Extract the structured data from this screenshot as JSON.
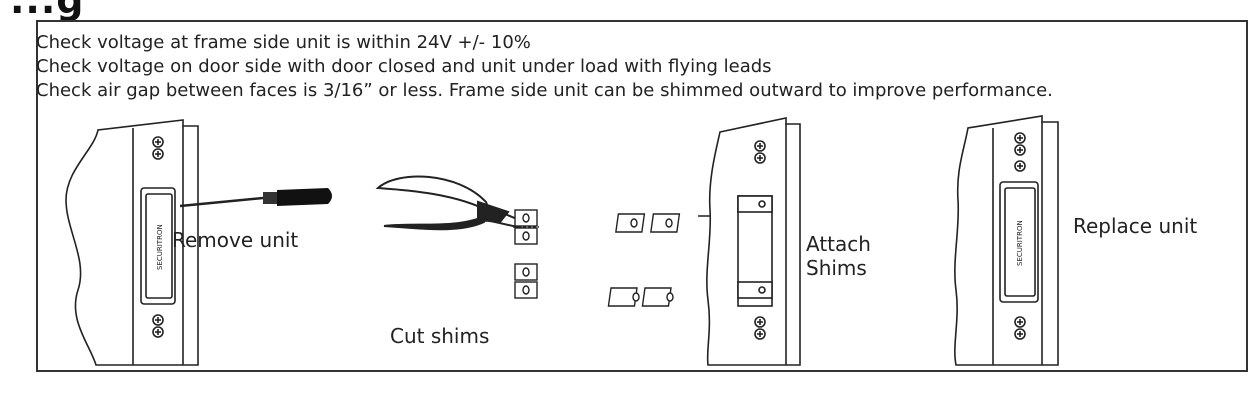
{
  "heading": "...g",
  "instructions": [
    "Check voltage at frame  side unit is within 24V +/- 10%",
    "Check voltage on door side with door closed and unit under load with flying leads",
    "Check air gap between faces is 3/16” or less. Frame side unit can be shimmed outward to improve performance."
  ],
  "steps": [
    {
      "label": "Remove unit"
    },
    {
      "label": "Cut shims"
    },
    {
      "label_line1": "Attach",
      "label_line2": "Shims"
    },
    {
      "label": "Replace unit"
    }
  ],
  "unit_label_text": "SECURITRON",
  "icons": [
    "door-frame-icon",
    "screwdriver-icon",
    "wire-cutters-icon",
    "shim-icon",
    "arrow-icon"
  ]
}
